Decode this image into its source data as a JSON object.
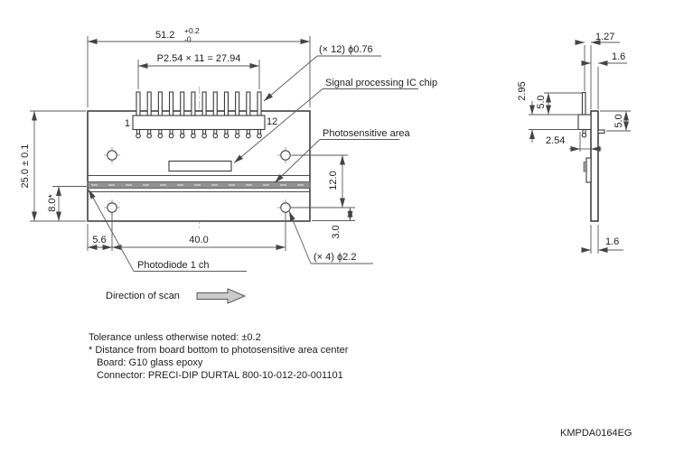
{
  "front_view": {
    "dim_overall_width": "51.2",
    "dim_overall_width_tol_upper": "+0.2",
    "dim_overall_width_tol_lower": "-0",
    "dim_pin_pitch": "P2.54 × 11 = 27.94",
    "dim_overall_height": "25.0 ± 0.1",
    "dim_photosensitive_height": "8.0*",
    "dim_hole_left_offset": "5.6",
    "dim_hole_span": "40.0",
    "dim_hole_row_span": "12.0",
    "dim_hole_bottom_offset": "3.0",
    "pin_first_label": "1",
    "pin_last_label": "12",
    "callout_pin_dia": "(× 12) ϕ0.76",
    "callout_ic_chip": "Signal processing IC chip",
    "callout_photosensitive": "Photosensitive area",
    "callout_photodiode": "Photodiode 1 ch",
    "callout_hole_dia": "(× 4) ϕ2.2",
    "scan_label": "Direction of scan"
  },
  "side_view": {
    "dim_pin_offset": "1.27",
    "dim_board_thickness_top": "1.6",
    "dim_connector_height": "2.95",
    "dim_pin_length_top": "5.0",
    "dim_connector_depth": "2.54",
    "dim_pin_length_back": "5.0",
    "dim_board_thickness_bottom": "1.6"
  },
  "notes": {
    "line1": "Tolerance unless otherwise noted: ±0.2",
    "line2": "* Distance from board bottom to photosensitive area center",
    "line3": "Board: G10 glass epoxy",
    "line4": "Connector: PRECI-DIP DURTAL 800-10-012-20-001101"
  },
  "part_number": "KMPDA0164EG",
  "colors": {
    "outline": "#333333",
    "dimension": "#5a5a5a",
    "centerline": "#b8b8b8",
    "strip_fill": "#919191",
    "scan_arrow_fill": "#cbcbcb",
    "background": "#ffffff"
  }
}
